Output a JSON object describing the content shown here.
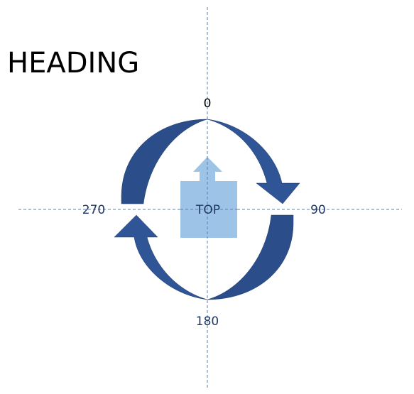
{
  "title": "HEADING",
  "labels": {
    "north": "0",
    "east": "90",
    "south": "180",
    "west": "270",
    "center": "TOP"
  },
  "colors": {
    "arrow_dark": "#2b4e8a",
    "arrow_mid": "#2f5597",
    "body_light": "#9dc3e6",
    "axis": "#5a7fb0",
    "label_text": "#1f3864",
    "title_text": "#000000"
  },
  "icons": {
    "rotation": "circular-arrows-icon",
    "body": "up-arrow-body-icon"
  }
}
